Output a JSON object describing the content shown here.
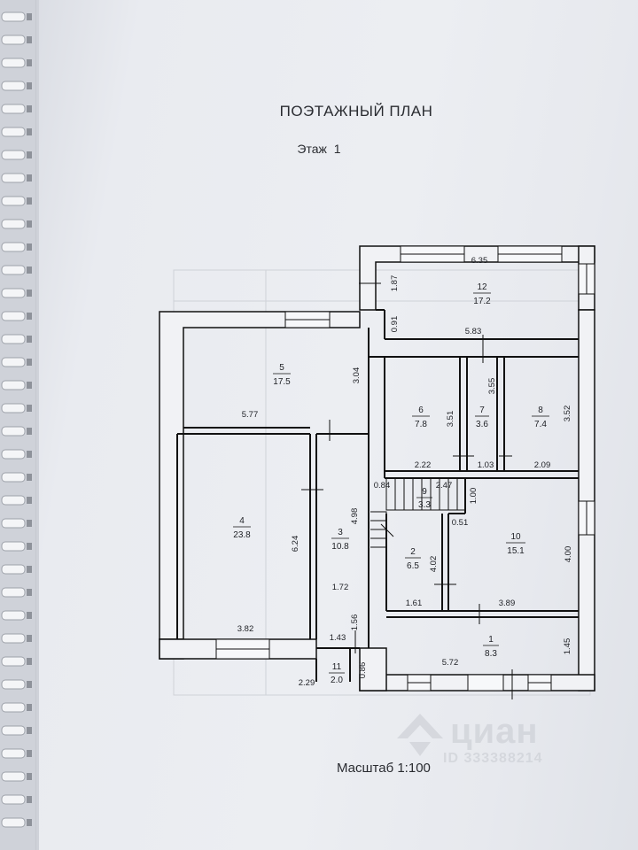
{
  "document": {
    "title": "ПОЭТАЖНЫЙ ПЛАН",
    "floor_word": "Этаж",
    "floor_number": "1",
    "scale": "Масштаб 1:100"
  },
  "rooms": [
    {
      "no": "1",
      "area": "8.3"
    },
    {
      "no": "2",
      "area": "6.5"
    },
    {
      "no": "3",
      "area": "10.8"
    },
    {
      "no": "4",
      "area": "23.8"
    },
    {
      "no": "5",
      "area": "17.5"
    },
    {
      "no": "6",
      "area": "7.8"
    },
    {
      "no": "7",
      "area": "3.6"
    },
    {
      "no": "8",
      "area": "7.4"
    },
    {
      "no": "9",
      "area": "3.3"
    },
    {
      "no": "10",
      "area": "15.1"
    },
    {
      "no": "11",
      "area": "2.0"
    },
    {
      "no": "12",
      "area": "17.2"
    }
  ],
  "dimensions": {
    "r12_width": "6.35",
    "r12_height": "1.87",
    "r12_bottom": "5.83",
    "r12_gap": "0.91",
    "r5_height": "3.04",
    "r5_width": "5.77",
    "r6_height": "3.51",
    "r6_width": "2.22",
    "r7_height": "3.55",
    "r7_width": "1.03",
    "r8_height": "3.52",
    "r8_width": "2.09",
    "stair_a": "0.84",
    "stair_b": "2.47",
    "stair_c": "1.00",
    "r3_height": "4.98",
    "r3_width": "1.72",
    "r4_height": "6.24",
    "r4_width": "3.82",
    "r2_height": "4.02",
    "r2_width": "1.61",
    "r10_gap": "0.51",
    "r10_height": "4.00",
    "r10_width": "3.89",
    "r1_height": "1.45",
    "r1_width": "5.72",
    "r3_lower": "1.56",
    "r11_top": "1.43",
    "r11_width": "2.29",
    "r11_side": "0.86"
  },
  "watermark": {
    "brand": "циан",
    "id": "ID 333388214"
  }
}
